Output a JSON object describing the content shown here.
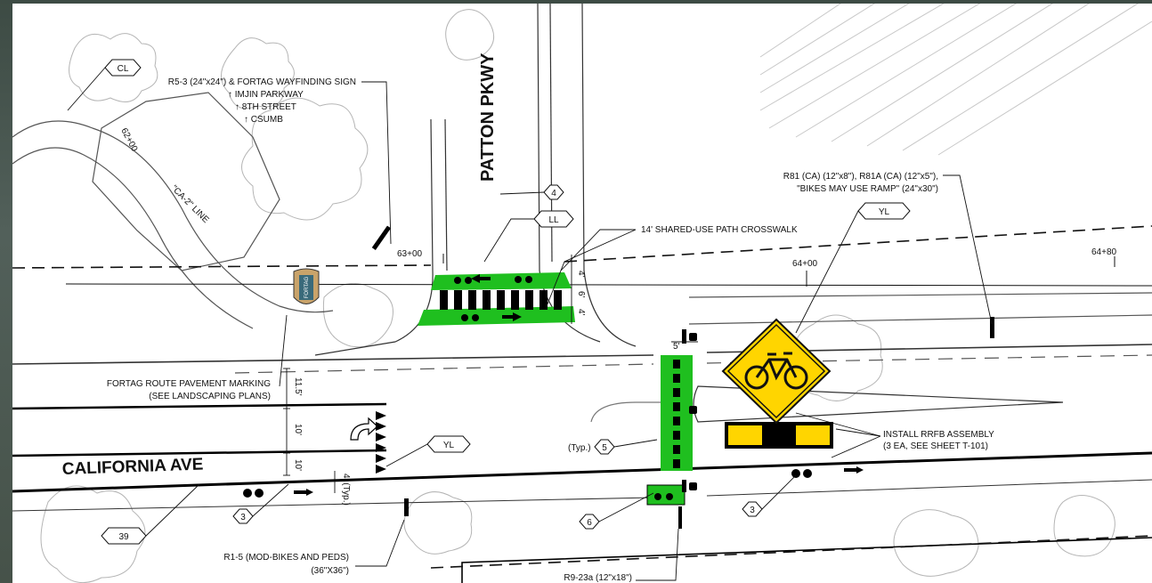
{
  "roads": {
    "patton": "PATTON PKWY",
    "california": "CALIFORNIA AVE"
  },
  "alignment": {
    "line_name": "\"CA-2\" LINE",
    "station_62": "62+00",
    "station_63": "63+00",
    "station_64": "64+00",
    "station_6480": "64+80"
  },
  "callouts": {
    "cl": "CL",
    "ll": "LL",
    "yl_top": "YL",
    "yl_bottom": "YL",
    "n4": "4",
    "n5": "5",
    "n6": "6",
    "n3_left": "3",
    "n3_right": "3",
    "n39": "39",
    "typ_5": "(Typ.)"
  },
  "notes": {
    "r53_l1": "R5-3 (24\"x24\") & FORTAG WAYFINDING SIGN",
    "r53_l2": "↑ IMJIN PARKWAY",
    "r53_l3": "↑ 8TH STREET",
    "r53_l4": "↑ CSUMB",
    "crosswalk": "14' SHARED-USE PATH CROSSWALK",
    "r81_l1": "R81 (CA) (12\"x8\"), R81A (CA) (12\"x5\"),",
    "r81_l2": "\"BIKES MAY USE RAMP\" (24\"x30\")",
    "fortag_l1": "FORTAG ROUTE PAVEMENT MARKING",
    "fortag_l2": "(SEE LANDSCAPING PLANS)",
    "rrfb_l1": "INSTALL RRFB ASSEMBLY",
    "rrfb_l2": "(3 EA, SEE SHEET T-101)",
    "r15_l1": "R1-5 (MOD-BIKES AND PEDS)",
    "r15_l2": "(36\"X36\")",
    "r923a": "R9-23a (12\"x18\")"
  },
  "dimensions": {
    "d115": "11.5'",
    "d10a": "10'",
    "d10b": "10'",
    "d4typ": "4' (Typ.)",
    "d4a": "4'",
    "d6": "6'",
    "d4b": "4'",
    "d5": "5'"
  },
  "colors": {
    "green": "#1fbf1f",
    "sign_yellow": "#ffd500",
    "ink": "#111111"
  },
  "icons": [
    "bicycle-warning-sign-icon",
    "rrfb-beacon-icon",
    "fortag-sign-icon"
  ]
}
